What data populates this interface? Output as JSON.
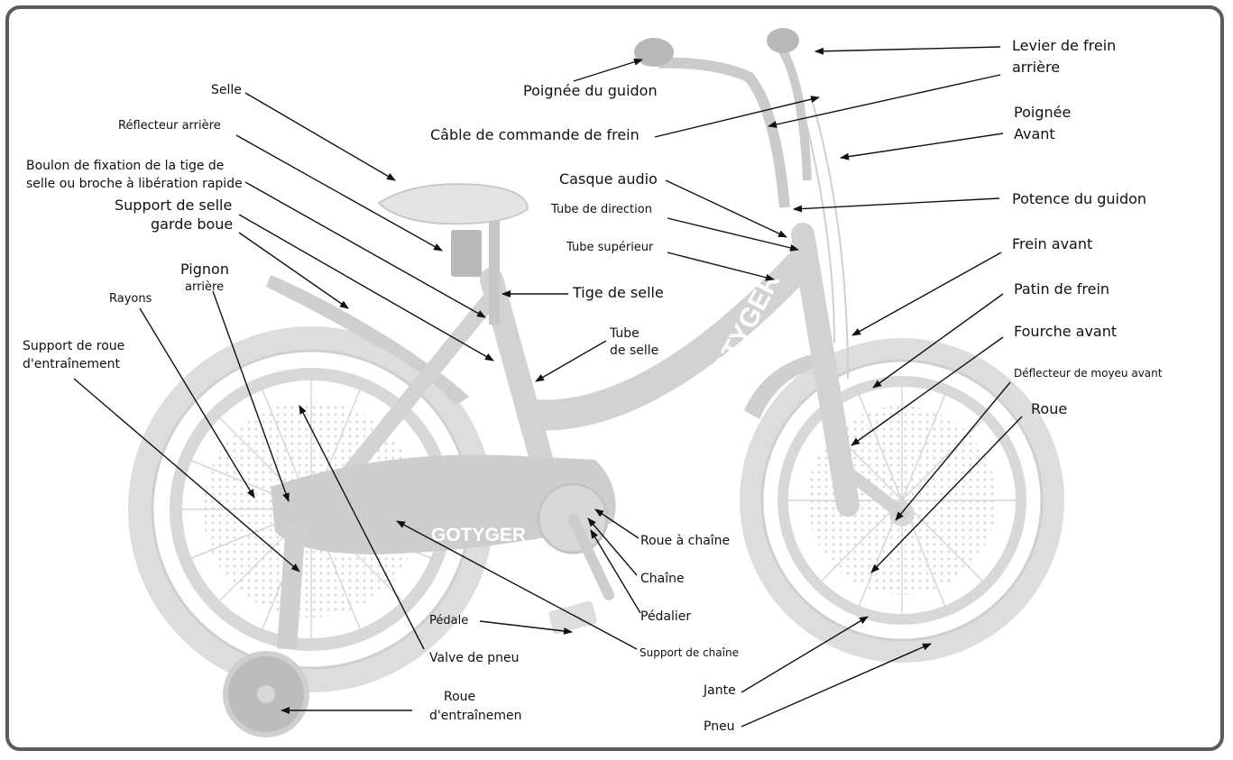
{
  "brand_text": "GOTYGER",
  "labels": {
    "selle": "Selle",
    "reflecteur_arriere": "Réflecteur arrière",
    "boulon_line1": "Boulon de fixation de la tige de",
    "boulon_line2": "selle ou broche à libération rapide",
    "support_selle": "Support de selle",
    "garde_boue": "garde boue",
    "pignon_line1": "Pignon",
    "pignon_line2": "arrière",
    "rayons": "Rayons",
    "support_roue_line1": "Support de roue",
    "support_roue_line2": "d'entraînement",
    "poignee_guidon": "Poignée du guidon",
    "cable_frein": "Câble de commande de frein",
    "casque_audio": "Casque audio",
    "tube_direction": "Tube de direction",
    "tube_superieur": "Tube supérieur",
    "tige_selle": "Tige de selle",
    "tube_selle_line1": "Tube",
    "tube_selle_line2": "de selle",
    "levier_frein_line1": "Levier de frein",
    "levier_frein_line2": "arrière",
    "poignee_avant_line1": "Poignée",
    "poignee_avant_line2": "Avant",
    "potence_guidon": "Potence du guidon",
    "frein_avant": "Frein avant",
    "patin_frein": "Patin de frein",
    "fourche_avant": "Fourche avant",
    "deflecteur_moyeu": "Déflecteur de moyeu avant",
    "roue": "Roue",
    "roue_chaine": "Roue à chaîne",
    "chaine": "Chaîne",
    "pedalier": "Pédalier",
    "pedale": "Pédale",
    "support_chaine": "Support de chaîne",
    "valve_pneu": "Valve de pneu",
    "roue_entrainement_line1": "Roue",
    "roue_entrainement_line2": "d'entraînemen",
    "jante": "Jante",
    "pneu": "Pneu"
  }
}
